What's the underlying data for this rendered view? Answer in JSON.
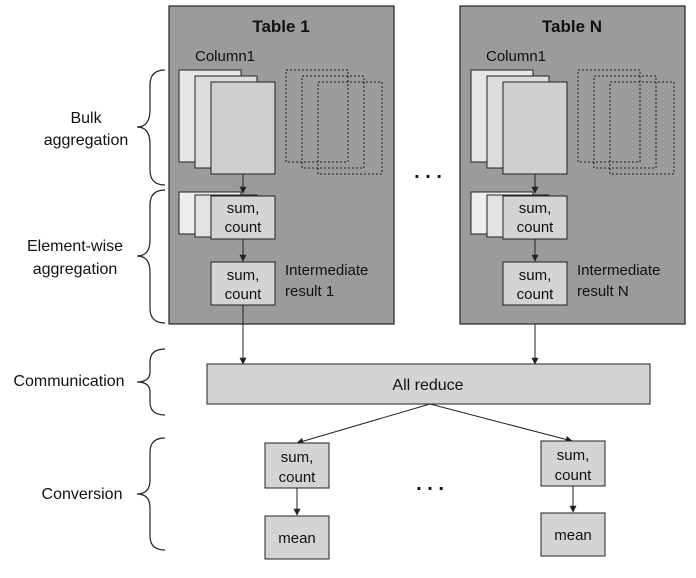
{
  "stages": {
    "bulk": [
      "Bulk",
      "aggregation"
    ],
    "element_wise": [
      "Element-wise",
      "aggregation"
    ],
    "communication": "Communication",
    "conversion": "Conversion"
  },
  "tables": [
    {
      "title": "Table 1",
      "column": "Column1",
      "partial": [
        "sum,",
        "count"
      ],
      "merged": [
        "sum,",
        "count"
      ],
      "intermediate": [
        "Intermediate",
        "result 1"
      ]
    },
    {
      "title": "Table N",
      "column": "Column1",
      "partial": [
        "sum,",
        "count"
      ],
      "merged": [
        "sum,",
        "count"
      ],
      "intermediate": [
        "Intermediate",
        "result N"
      ]
    }
  ],
  "ellipsis": ". . .",
  "all_reduce": "All reduce",
  "outputs": [
    {
      "pair": [
        "sum,",
        "count"
      ],
      "result": "mean"
    },
    {
      "pair": [
        "sum,",
        "count"
      ],
      "result": "mean"
    }
  ],
  "colors": {
    "table_bg": "#9b9b9b",
    "box_fill": "#d4d4d4",
    "light_fill": "#eeeeee",
    "stroke": "#222222"
  }
}
